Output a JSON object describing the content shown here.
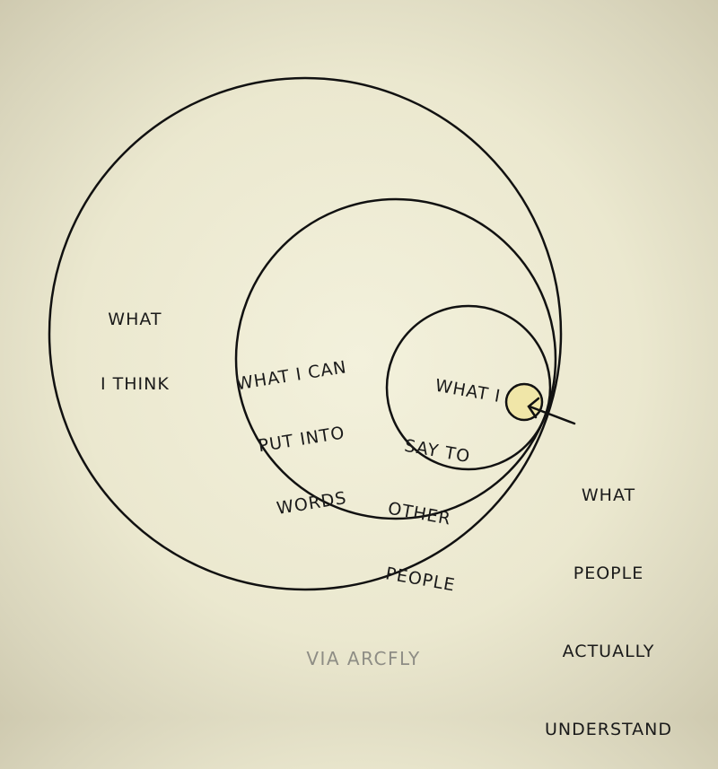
{
  "labels": {
    "think": [
      "WHAT",
      "I THINK"
    ],
    "words": [
      "WHAT I CAN",
      "PUT INTO",
      "WORDS"
    ],
    "say": [
      "WHAT I",
      "SAY TO",
      "OTHER",
      "PEOPLE"
    ],
    "understand": [
      "WHAT",
      "PEOPLE",
      "ACTUALLY",
      "UNDERSTAND"
    ]
  },
  "credit": "VIA ARCFLY",
  "colors": {
    "line": "#111111",
    "small_fill": "#f0e6a8",
    "credit": "#8e8d85"
  }
}
